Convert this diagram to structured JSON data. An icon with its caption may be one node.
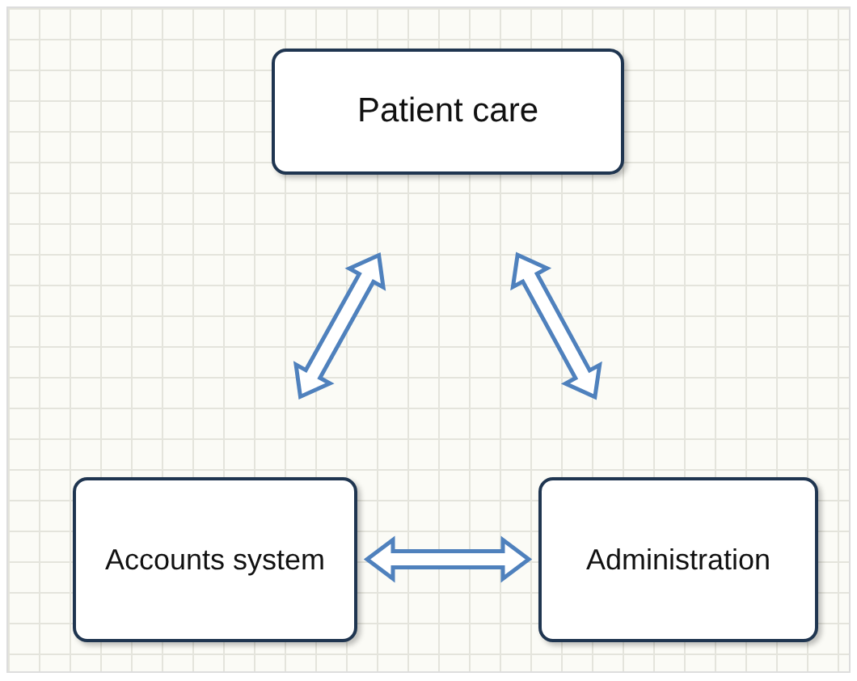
{
  "diagram": {
    "nodes": [
      {
        "text": [
          "Patient care"
        ]
      },
      {
        "text": [
          "Accounts system"
        ]
      },
      {
        "text": [
          "Administration"
        ]
      }
    ],
    "edges": [
      {
        "from": 0,
        "to": 1,
        "arrow": "both"
      },
      {
        "from": 0,
        "to": 2,
        "arrow": "both"
      },
      {
        "from": 1,
        "to": 2,
        "arrow": "both"
      }
    ]
  }
}
